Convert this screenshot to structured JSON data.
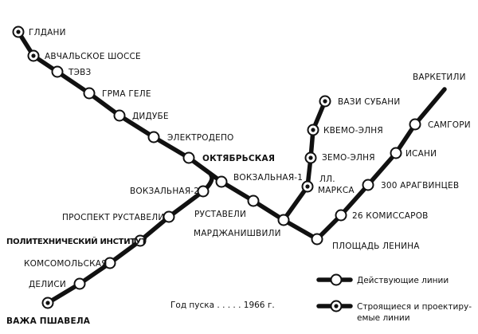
{
  "stations": {
    "gldani": "ГЛДАНИ",
    "avchala": "АВЧАЛЬСКОЕ ШОССЕ",
    "tevz": "ТЭВЗ",
    "grma_gele": "ГРМА ГЕЛЕ",
    "didube": "ДИДУБЕ",
    "elektrodepo": "ЭЛЕКТРОДЕПО",
    "oktyabrskaya": "ОКТЯБРЬСКАЯ",
    "vokzalnaya_1": "ВОКЗАЛЬНАЯ-1",
    "vokzalnaya_2": "ВОКЗАЛЬНАЯ-2",
    "rustaveli": "РУСТАВЕЛИ",
    "prospekt_rustaveli": "ПРОСПЕКТ РУСТАВЕЛИ",
    "politekh": "ПОЛИТЕХНИЧЕСКИЙ ИНСТИТУТ",
    "komsomolskaya": "КОМСОМОЛЬСКАЯ",
    "delisi": "ДЕЛИСИ",
    "vazha": "ВАЖА ПШАВЕЛА",
    "mardzhanishvili": "МАРДЖАНИШВИЛИ",
    "ploshchad_lenina": "ПЛОЩАДЬ ЛЕНИНА",
    "26_komissarov": "26 КОМИССАРОВ",
    "300_aragvintsev": "300 АРАГВИНЦЕВ",
    "isani": "ИСАНИ",
    "samgori": "САМГОРИ",
    "varketili": "ВАРКЕТИЛИ",
    "marksa_1": "ЛЛ.",
    "marksa_2": "МАРКСА",
    "zemo_elnya": "ЗЕМО-ЭЛНЯ",
    "kvemo_elnya": "КВЕМО-ЭЛНЯ",
    "vazi_subani": "ВАЗИ СУБАНИ"
  },
  "legend": {
    "active": "Действующие линии",
    "planned_1": "Строящиеся и проектиру-",
    "planned_2": "емые линии"
  },
  "launch": {
    "text": "Год пуска . . . . . 1966 г."
  },
  "colors": {
    "line": "#111111",
    "background": "#ffffff"
  }
}
